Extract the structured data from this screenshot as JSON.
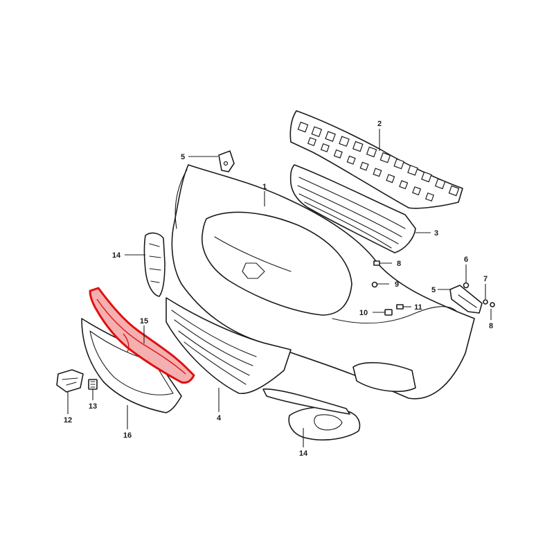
{
  "diagram": {
    "highlight_color": "#e01010",
    "line_color": "#1a1a1a",
    "highlighted_part": "15",
    "callouts": {
      "c1": "1",
      "c2": "2",
      "c3": "3",
      "c4": "4",
      "c5a": "5",
      "c5b": "5",
      "c6": "6",
      "c7": "7",
      "c8a": "8",
      "c8b": "8",
      "c9": "9",
      "c10": "10",
      "c11": "11",
      "c12": "12",
      "c13": "13",
      "c14a": "14",
      "c14b": "14",
      "c15": "15",
      "c16": "16"
    }
  }
}
